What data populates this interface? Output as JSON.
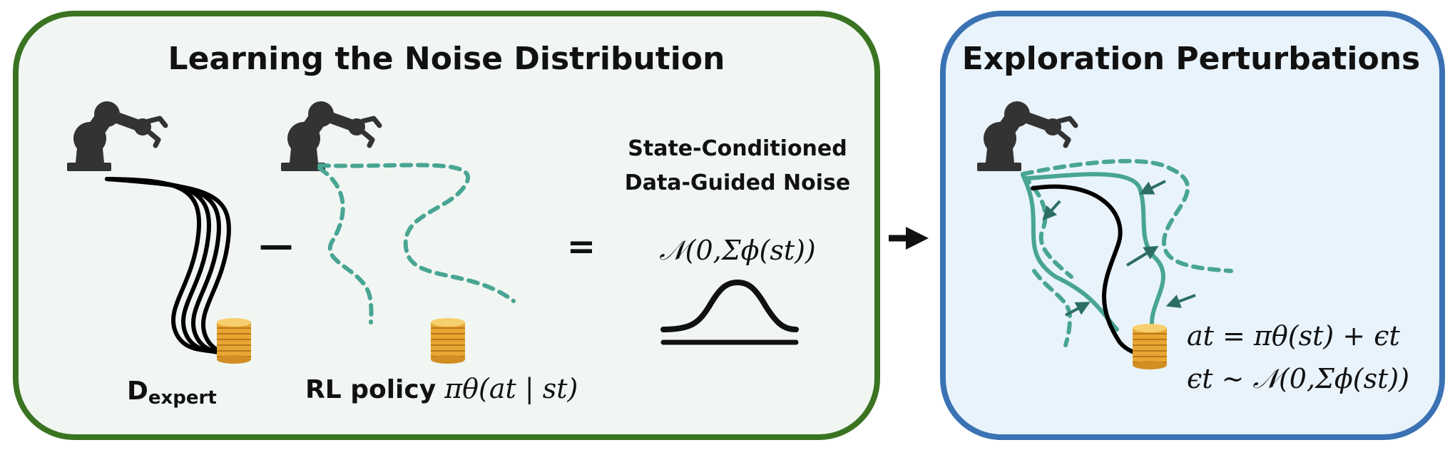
{
  "panels": {
    "left_title": "Learning the Noise Distribution",
    "right_title": "Exploration Perturbations"
  },
  "left": {
    "dexpert_main": "D",
    "dexpert_sub": "expert",
    "rl_label": "RL policy",
    "rl_formula": "πθ(at | st)",
    "minus": "—",
    "equals": "=",
    "noise_line1": "State-Conditioned",
    "noise_line2": "Data-Guided Noise",
    "noise_formula": "𝒩(0,Σϕ(st))"
  },
  "right": {
    "action_formula": "at = πθ(st) + ϵt",
    "noise_formula": "ϵt ∼ 𝒩(0,Σϕ(st))"
  },
  "colors": {
    "left_border": "#3a7321",
    "left_fill": "#f1f6f2",
    "right_border": "#3a72b4",
    "right_fill": "#e9f3fc",
    "teal": "#49a593",
    "dark_teal": "#2c6e66",
    "robot": "#333333",
    "coin": "#e8a532"
  },
  "icons": [
    "robot-arm-icon",
    "coin-stack-icon",
    "bell-curve-icon",
    "right-arrow-icon",
    "perturbation-arrow-icon"
  ]
}
